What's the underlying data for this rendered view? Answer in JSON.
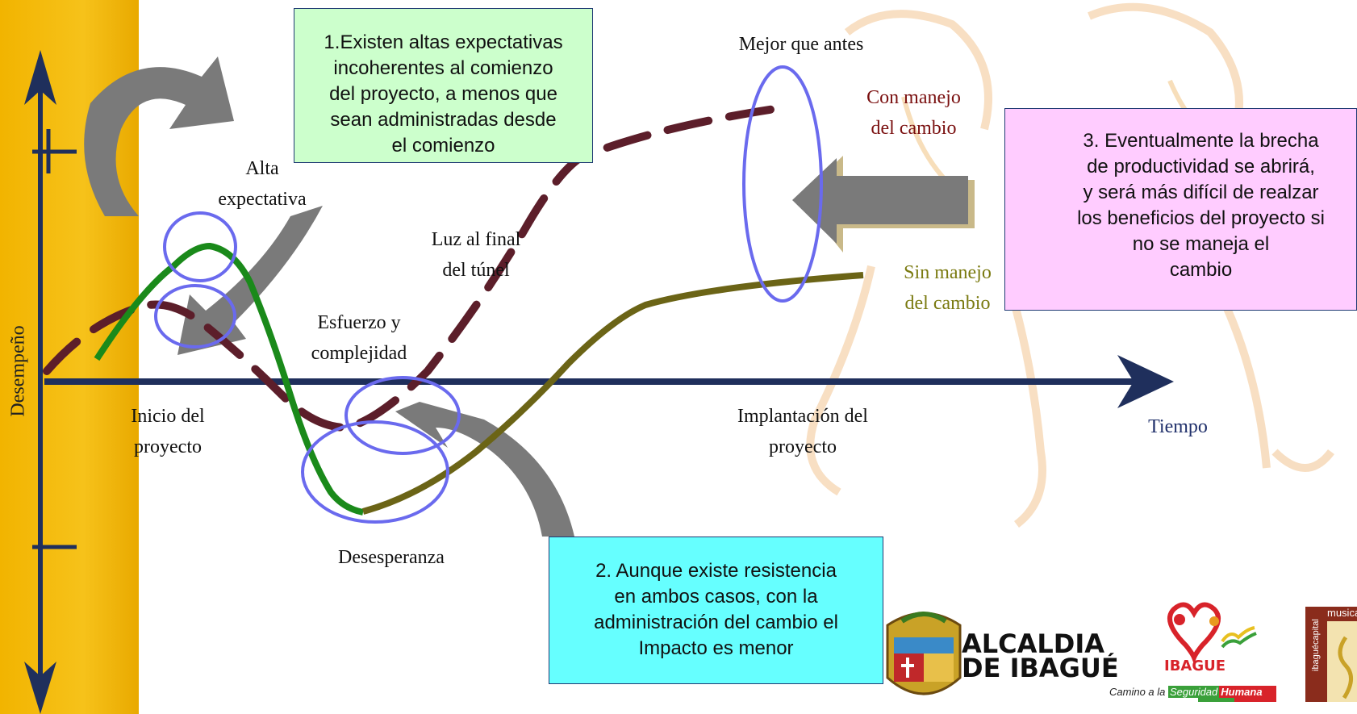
{
  "axes": {
    "y_label": "Desempeño",
    "x_label": "Tiempo"
  },
  "labels": {
    "alta_expectativa_1": "Alta",
    "alta_expectativa_2": "expectativa",
    "luz_1": "Luz al final",
    "luz_2": "del túnel",
    "esfuerzo_1": "Esfuerzo y",
    "esfuerzo_2": "complejidad",
    "inicio_1": "Inicio del",
    "inicio_2": "proyecto",
    "implantacion_1": "Implantación del",
    "implantacion_2": "proyecto",
    "desesperanza": "Desesperanza",
    "mejor_que_antes": "Mejor que antes",
    "con_manejo_1": "Con  manejo",
    "con_manejo_2": "del cambio",
    "sin_manejo_1": "Sin  manejo",
    "sin_manejo_2": "del cambio"
  },
  "notes": {
    "note1_lines": [
      "1.Existen altas expectativas",
      "incoherentes al comienzo",
      "del proyecto, a menos que",
      "sean administradas desde",
      "el comienzo"
    ],
    "note2_lines": [
      "2. Aunque existe resistencia",
      "en ambos casos, con la",
      "administración del cambio el",
      "Impacto es menor"
    ],
    "note3_lines": [
      "3. Eventualmente la brecha",
      "de productividad se abrirá,",
      "y será más difícil de realzar",
      "los beneficios del proyecto si",
      "no se maneja el",
      "cambio"
    ]
  },
  "logos": {
    "alcaldia_1": "ALCALDIA",
    "alcaldia_2": "DE IBAGUÉ",
    "ibague": "IBAGUE",
    "camino": "Camino a la",
    "seguridad": "Seguridad",
    "humana": "Humana",
    "musical": "musical",
    "ibague_capital": "ibaguécapital"
  },
  "colors": {
    "band": "#f2b400",
    "axis": "#1f2f5c",
    "with_change": "#5c1e2a",
    "green_curve": "#1a8a1a",
    "olive_curve": "#6b6416",
    "circle": "#6a6aee",
    "arrow_gray": "#7a7a7a",
    "note1_bg": "#ccffcc",
    "note2_bg": "#66ffff",
    "note3_bg": "#ffccff"
  }
}
